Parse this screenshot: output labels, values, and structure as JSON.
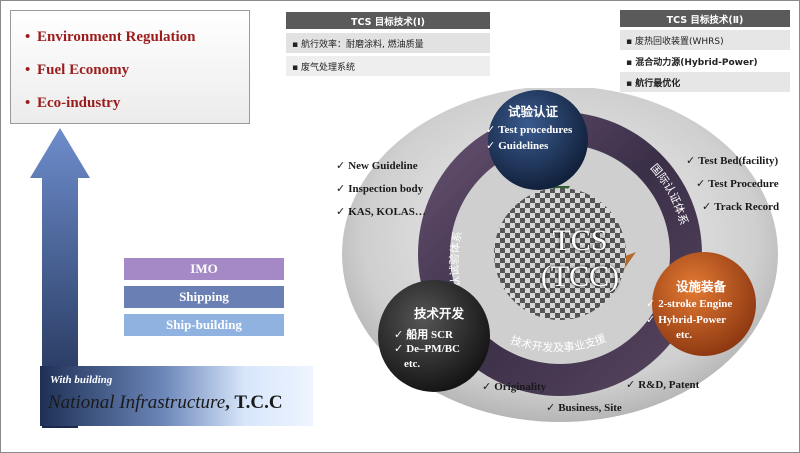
{
  "goals": [
    "Environment Regulation",
    "Fuel Economy",
    "Eco-industry"
  ],
  "bands": [
    {
      "label": "IMO",
      "color": "#a489c6"
    },
    {
      "label": "Shipping",
      "color": "#6a7fb4"
    },
    {
      "label": "Ship-building",
      "color": "#8fb2e0"
    }
  ],
  "infrastructure": {
    "small": "With building",
    "big": "National Infrastructure",
    "suffix": ", T.C.C"
  },
  "tcs1": {
    "title": "TCS 目标技术(Ⅰ)",
    "items": [
      "▪ 航行效率：耐磨涂料, 燃油质量",
      "▪ 废气处理系统"
    ]
  },
  "tcs2": {
    "title": "TCS 目标技术(Ⅱ)",
    "items": [
      "▪ 废热回收装置(WHRS)",
      "▪ 混合动力源(Hybrid-Power)",
      "▪ 航行最优化"
    ]
  },
  "center": {
    "line1": "TCS",
    "line2": "(TCC)"
  },
  "nodes": {
    "test": {
      "title": "试验认证",
      "items": [
        "Test procedures",
        "Guidelines"
      ]
    },
    "facility": {
      "title": "设施装备",
      "items": [
        "2-stroke Engine",
        "Hybrid-Power",
        "etc."
      ]
    },
    "tech": {
      "title": "技术开发",
      "items": [
        "船用  SCR",
        "De–PM/BC",
        "etc."
      ]
    }
  },
  "ring_labels": {
    "left": "国家公认试验体系",
    "right": "国际认证体系",
    "bottom": "技术开发及事业支援"
  },
  "left_checks": [
    "New Guideline",
    "Inspection body",
    "KAS, KOLAS…"
  ],
  "right_checks": [
    "Test Bed(facility)",
    "Test Procedure",
    "Track Record"
  ],
  "bottom_checks": [
    "Originality",
    "Business, Site",
    "R&D, Patent"
  ],
  "colors": {
    "goal_text": "#9b1c1c",
    "node_test": "#1b2f52",
    "node_facility": "#c0561c",
    "node_tech": "#2d2d2d",
    "ring_outer": "#c9c9c9",
    "ring_inner": "#4a3a5a"
  }
}
